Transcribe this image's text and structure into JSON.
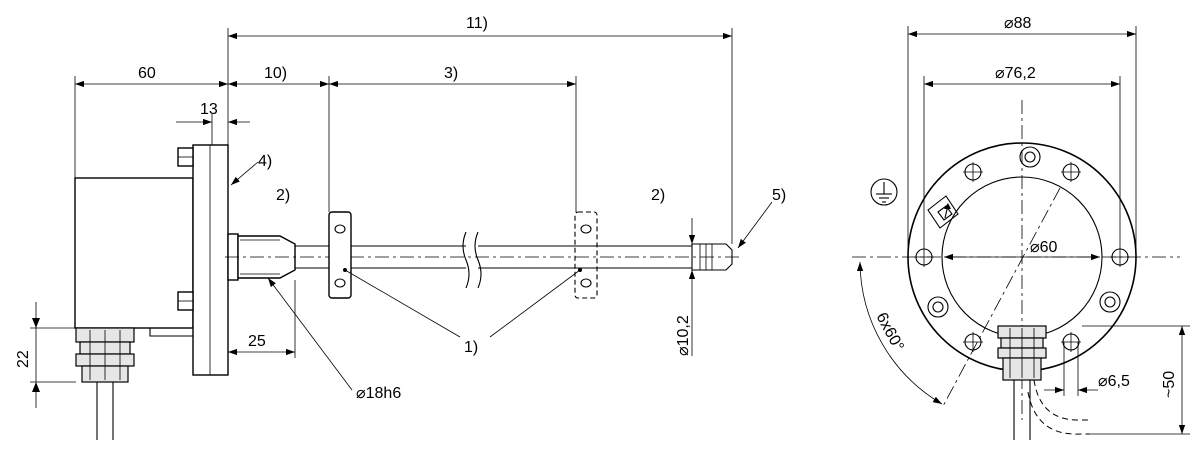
{
  "dimensions": {
    "overall_length": "11)",
    "housing_width": "60",
    "flange_thickness": "13",
    "insertion_offset": "10)",
    "clamp_range": "3)",
    "neck_length": "25",
    "neck_diameter": "⌀18h6",
    "probe_diameter": "⌀10,2",
    "gland_height": "22",
    "outer_diameter": "⌀88",
    "bolt_circle_diameter": "⌀76,2",
    "inner_diameter": "⌀60",
    "hole_diameter": "⌀6,5",
    "hole_pattern": "6x60°",
    "cable_offset": "~50"
  },
  "notes": {
    "note_1": "1)",
    "note_2_left": "2)",
    "note_2_right": "2)",
    "note_4": "4)",
    "note_5": "5)"
  },
  "symbols": {
    "ground": "ground-symbol"
  }
}
